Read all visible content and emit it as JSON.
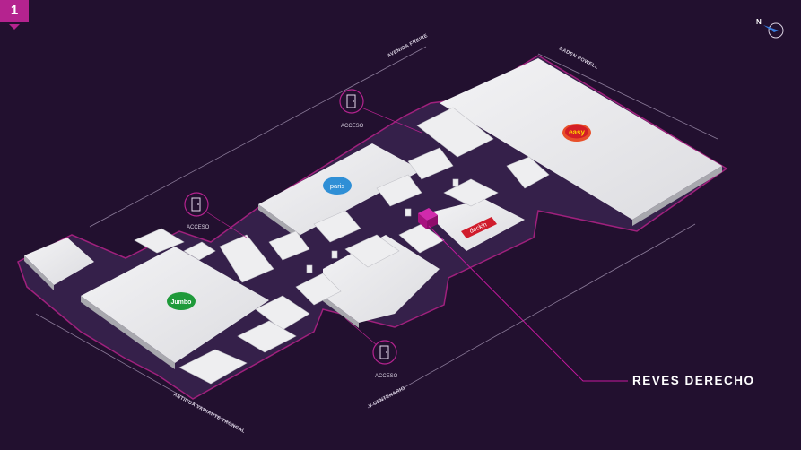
{
  "floor": {
    "number": "1"
  },
  "compass": {
    "label": "N"
  },
  "streets": {
    "north_west": "AVENIDA FREIRE",
    "north_east": "BADEN POWELL",
    "south_west": "ANTIGUA VARIANTE TRONCAL",
    "south_east": "V CENTENARIO"
  },
  "entrances": [
    "ACCESO",
    "ACCESO",
    "ACCESO"
  ],
  "anchor_logos": {
    "easy": "easy",
    "paris": "paris",
    "jumbo": "Jumbo",
    "dockin": "dockin"
  },
  "highlight": {
    "store": "REVES DERECHO",
    "color": "#c4189e"
  },
  "colors": {
    "background": "#22102f",
    "floor": "#35204a",
    "outline": "#a0207d",
    "blocks": "#e6e6e8",
    "accent": "#b5238f"
  }
}
